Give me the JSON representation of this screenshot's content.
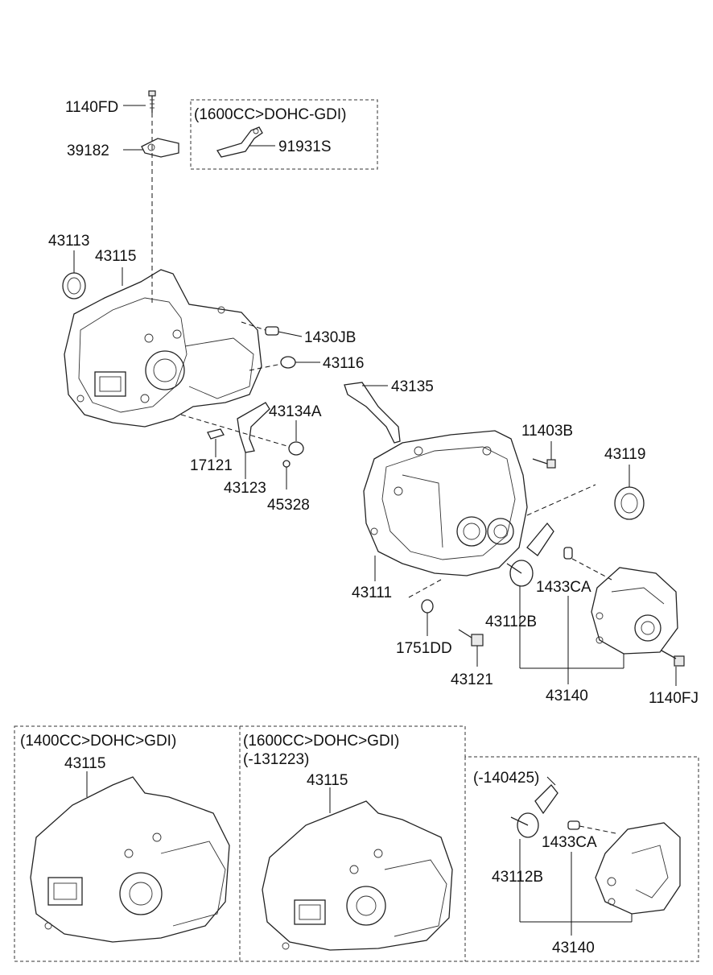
{
  "labels": {
    "p1140FD": "1140FD",
    "p39182": "39182",
    "note_gdi_top": "(1600CC>DOHC-GDI)",
    "p91931S": "91931S",
    "p43113": "43113",
    "p43115_main": "43115",
    "p1430JB": "1430JB",
    "p43116": "43116",
    "p43135": "43135",
    "p43134A": "43134A",
    "p17121": "17121",
    "p43123": "43123",
    "p45328": "45328",
    "p11403B": "11403B",
    "p43119": "43119",
    "p43111": "43111",
    "p1433CA_main": "1433CA",
    "p43112B_main": "43112B",
    "p1751DD": "1751DD",
    "p43121": "43121",
    "p43140_main": "43140",
    "p1140FJ": "1140FJ",
    "box1_title": "(1400CC>DOHC>GDI)",
    "box1_part": "43115",
    "box2_title": "(1600CC>DOHC>GDI)",
    "box2_sub": "(-131223)",
    "box2_part": "43115",
    "box3_title": "(-140425)",
    "box3_1433CA": "1433CA",
    "box3_43112B": "43112B",
    "box3_43140": "43140"
  }
}
